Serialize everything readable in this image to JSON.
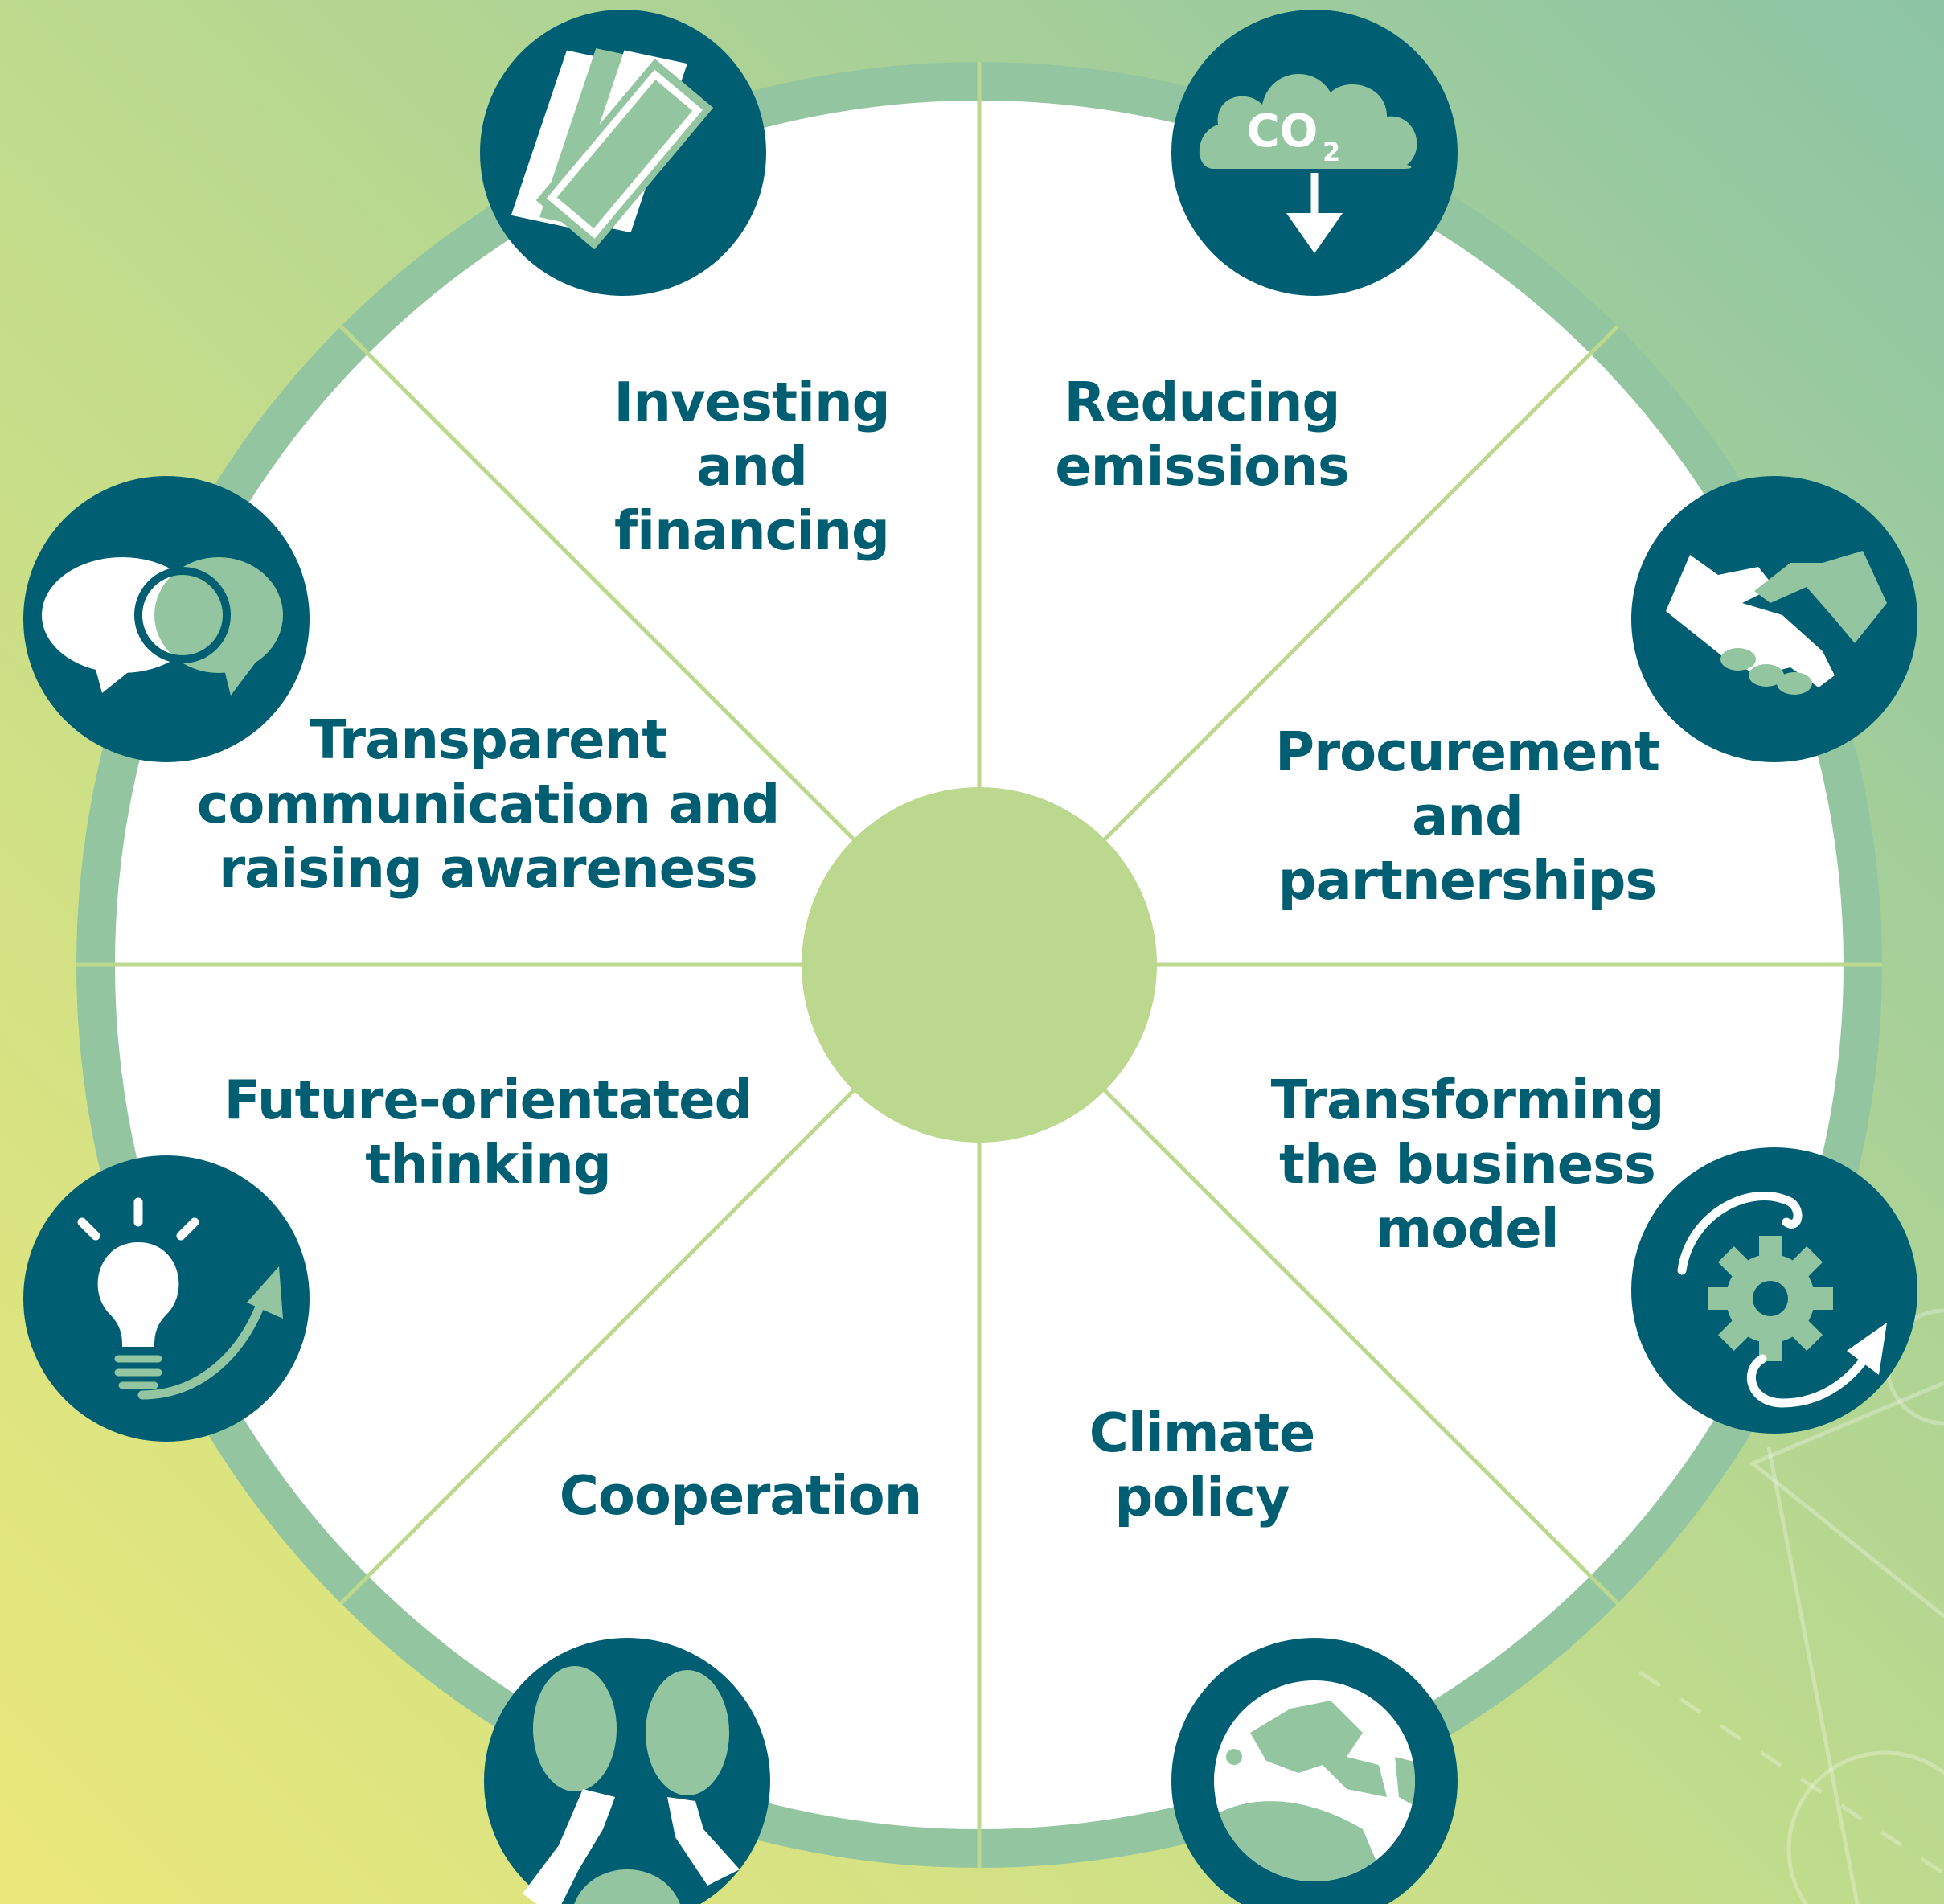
{
  "colors": {
    "dark_teal": "#005e73",
    "mid_green": "#93c6a0",
    "light_green": "#bcd88e",
    "white": "#ffffff",
    "bg_top_left": "#bcd98d",
    "bg_top_right": "#8fc6a4",
    "bg_bottom_left": "#ebe87a",
    "bg_bottom_right": "#c5de8a"
  },
  "segments": [
    {
      "id": "investing",
      "label": "Investing\nand\nfinancing",
      "icon": "money-bills-icon"
    },
    {
      "id": "emissions",
      "label": "Reducing\nemissions",
      "icon": "co2-cloud-down-icon",
      "icon_text": "CO",
      "icon_subscript": "2"
    },
    {
      "id": "procurement",
      "label": "Procurement\nand partnerships",
      "icon": "handshake-icon"
    },
    {
      "id": "business-model",
      "label": "Transforming\nthe business\nmodel",
      "icon": "gear-cycle-icon"
    },
    {
      "id": "climate-policy",
      "label": "Climate\npolicy",
      "icon": "globe-icon"
    },
    {
      "id": "cooperation",
      "label": "Cooperation",
      "icon": "raised-hands-icon"
    },
    {
      "id": "future",
      "label": "Future-orientated\nthinking",
      "icon": "lightbulb-arrow-icon"
    },
    {
      "id": "communication",
      "label": "Transparent\ncommunication and\nraising awareness",
      "icon": "speech-bubbles-icon"
    }
  ]
}
